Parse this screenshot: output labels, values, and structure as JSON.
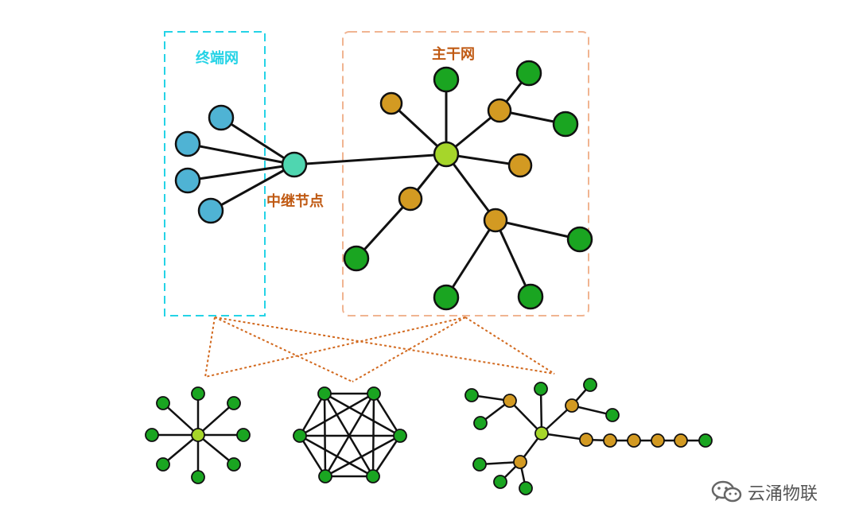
{
  "labels": {
    "terminal_network": "终端网",
    "backbone_network": "主干网",
    "relay_node": "中继节点"
  },
  "watermark": {
    "text": "云涌物联",
    "icon": "wechat-icon"
  },
  "colors": {
    "terminal_node": "#4fb3d4",
    "relay_node": "#4fd6b0",
    "hub_node": "#a6d62a",
    "router_node": "#d39a22",
    "end_node": "#1aa521",
    "terminal_box_border": "#25d3e6",
    "backbone_box_border": "#f0b491",
    "connector_line": "#d2691e"
  }
}
